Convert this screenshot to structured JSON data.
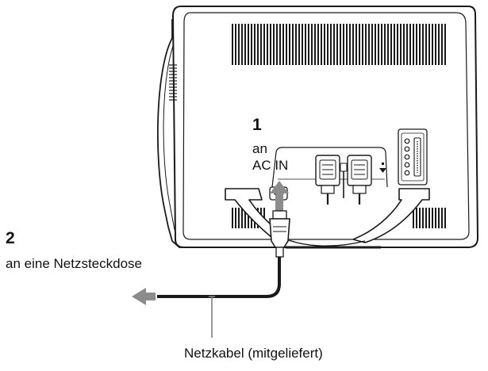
{
  "step1": {
    "number": "1",
    "line1": "an",
    "line2": "AC IN"
  },
  "step2": {
    "number": "2",
    "text": "an eine Netzsteckdose"
  },
  "cable_label": "Netzkabel (mitgeliefert)",
  "colors": {
    "outline": "#1a1a1a",
    "arrow_fill": "#8c8c8c",
    "cable": "#1a1a1a",
    "leader": "#808080",
    "background": "#ffffff"
  }
}
